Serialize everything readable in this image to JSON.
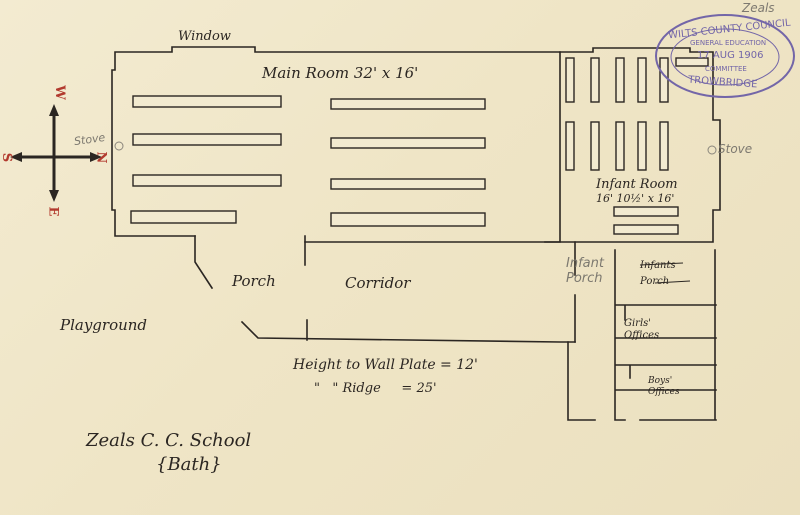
{
  "plan": {
    "window_label": "Window",
    "main_room_label": "Main Room 32' x 16'",
    "infant_room_label": "Infant Room",
    "infant_room_dims": "16' 10½' x 16'",
    "porch_label": "Porch",
    "corridor_label": "Corridor",
    "infants_porch_label": "Infants Porch",
    "infants_porch_pencil": "Infant Porch",
    "girls_offices_label": "Girls' Offices",
    "boys_offices_label": "Boys' Offices",
    "playground_label": "Playground",
    "height_wall_plate": "Height to Wall Plate = 12'",
    "ridge_label": "\"   \" Ridge     = 25'",
    "stove_left": "Stove",
    "stove_right": "Stove",
    "school_title": "Zeals C. C. School",
    "school_subtitle": "{Bath}",
    "pencil_corner": "Zeals"
  },
  "compass": {
    "n": "N",
    "s": "S",
    "e": "E",
    "w": "W",
    "color": "#b23a2e"
  },
  "stamp": {
    "line1": "WILTS COUNTY COUNCIL",
    "line2": "GENERAL EDUCATION",
    "date": "17 AUG 1906",
    "line3": "COMMITTEE",
    "line4": "TROWBRIDGE",
    "color": "#7366a8"
  }
}
